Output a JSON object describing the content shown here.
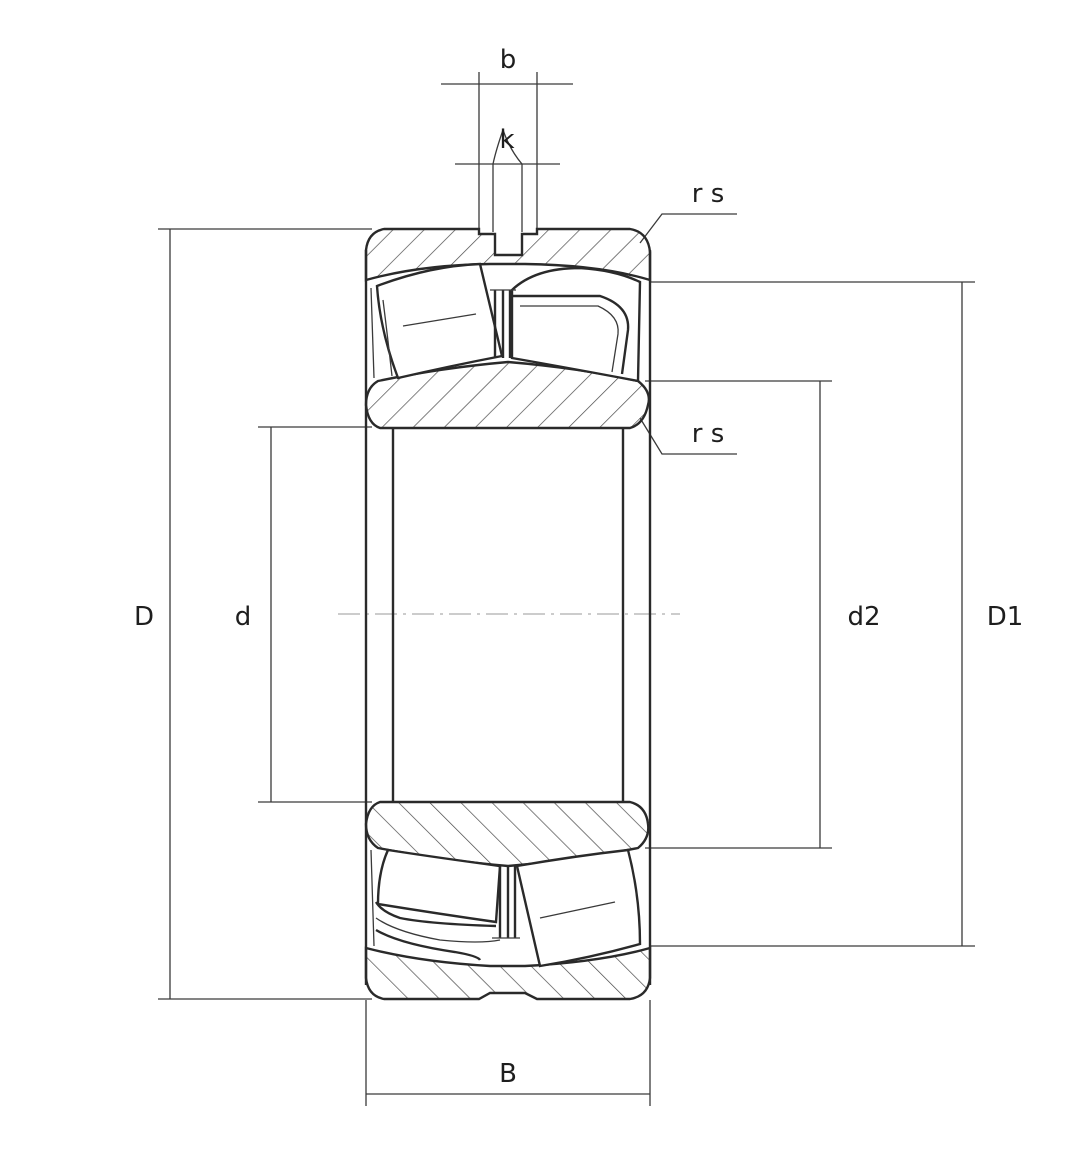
{
  "labels": {
    "b": "b",
    "k": "k",
    "rs_top": "r s",
    "rs_mid": "r s",
    "D": "D",
    "d": "d",
    "d2": "d2",
    "D1": "D1",
    "B": "B"
  },
  "colors": {
    "line": "#2a2a2a",
    "hatch": "#4a4a4a",
    "text": "#1e1e1e"
  }
}
